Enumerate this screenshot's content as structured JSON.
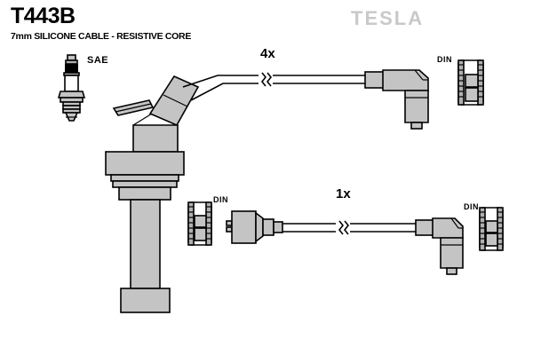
{
  "header": {
    "part_number": "T443B",
    "description": "7mm SILICONE CABLE -  RESISTIVE CORE",
    "brand": "TESLA"
  },
  "legend": {
    "sae_label": "SAE",
    "sae_icon": "spark-plug-icon"
  },
  "assemblies": [
    {
      "id": "upper-cable-assembly",
      "quantity_label": "4x",
      "left_end": {
        "type": "sae-spark-plug-boot",
        "label": "SAE"
      },
      "right_end": {
        "type": "din-right-angle-connector",
        "label": "DIN"
      },
      "cable_break_symbol": "zigzag-break"
    },
    {
      "id": "lower-cable-assembly",
      "quantity_label": "1x",
      "left_end": {
        "type": "din-straight-connector",
        "label": "DIN"
      },
      "right_end": {
        "type": "din-right-angle-connector",
        "label": "DIN"
      },
      "cable_break_symbol": "zigzag-break"
    }
  ],
  "colors": {
    "outline": "#000000",
    "body_fill": "#c4c4c4",
    "body_fill_dark": "#b0b0b0",
    "logo": "#c9c9c9",
    "background": "#ffffff"
  }
}
